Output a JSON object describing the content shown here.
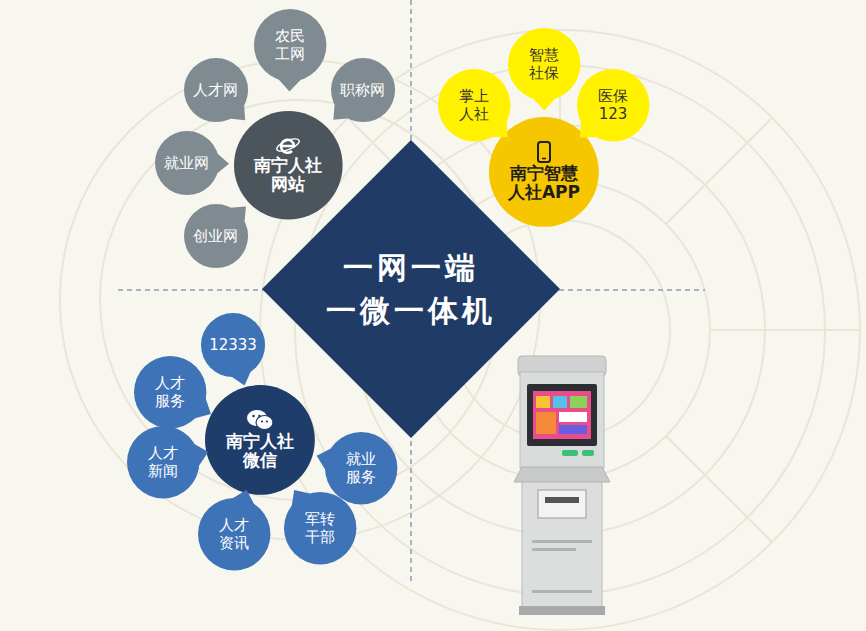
{
  "diagram": {
    "nodes": [
      {
        "text": [
          "南宁人社 网站"
        ]
      },
      {
        "text": [
          "人才网"
        ]
      },
      {
        "text": [
          "农民 工网"
        ]
      },
      {
        "text": [
          "职称网"
        ]
      },
      {
        "text": [
          "就业网"
        ]
      },
      {
        "text": [
          "创业网"
        ]
      },
      {
        "text": [
          "南宁智慧 人社APP"
        ]
      },
      {
        "text": [
          "掌上 人社"
        ]
      },
      {
        "text": [
          "智慧 社保"
        ]
      },
      {
        "text": [
          "医保 123"
        ]
      },
      {
        "text": [
          "一网一端 一微一体机"
        ]
      },
      {
        "text": [
          "南宁人社 微信"
        ]
      },
      {
        "text": [
          "12333"
        ]
      },
      {
        "text": [
          "人才 服务"
        ]
      },
      {
        "text": [
          "人才 新闻"
        ]
      },
      {
        "text": [
          "人才 资讯"
        ]
      },
      {
        "text": [
          "军转 干部"
        ]
      },
      {
        "text": [
          "就业 服务"
        ]
      }
    ]
  }
}
